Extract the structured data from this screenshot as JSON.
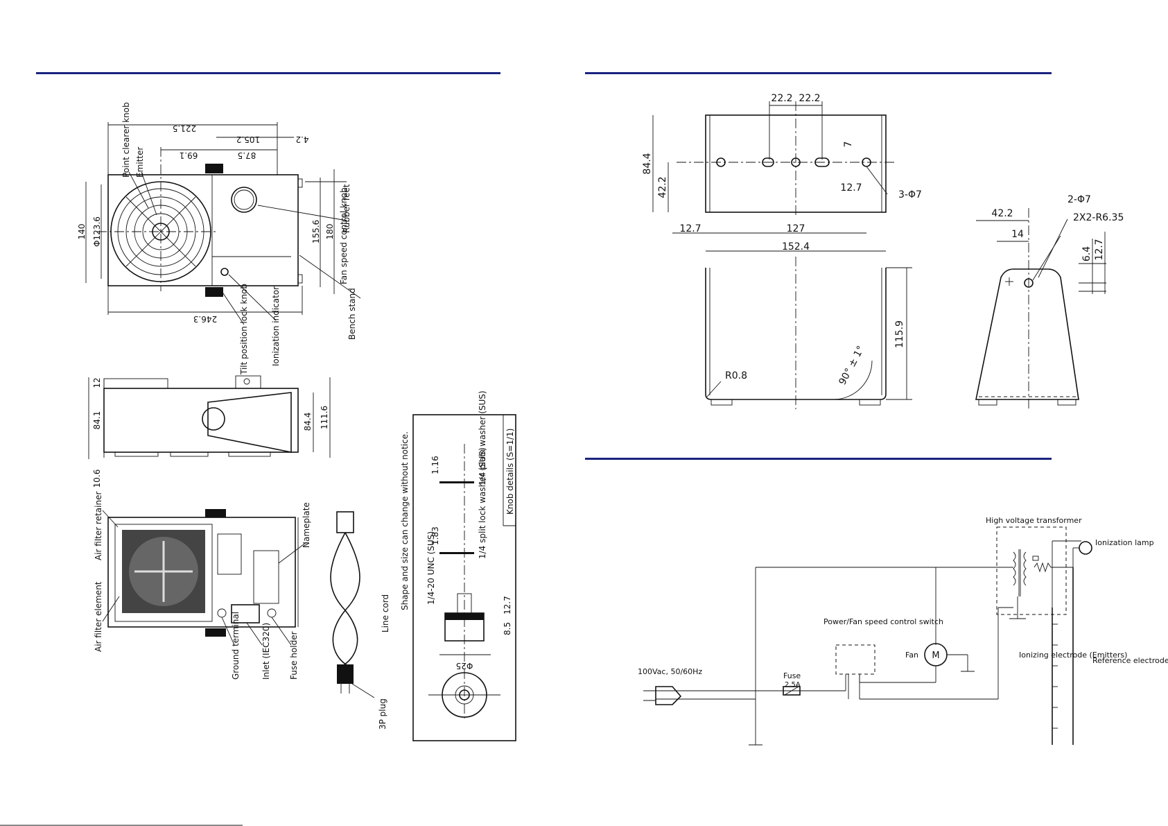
{
  "rules": {
    "color": "#1a237e"
  },
  "left_top_dims": [
    "221.5",
    "105.2",
    "87.5",
    "69.1",
    "4.2",
    "140",
    "Φ123.6",
    "155.6",
    "180",
    "246.3"
  ],
  "left_top_labels": [
    "Point clearer knob",
    "Emitter",
    "Rubber feet",
    "Fan speed control knob",
    "Bench stand",
    "Tilt position lock knob",
    "Ionization indicator"
  ],
  "left_side_dims": [
    "12",
    "84.1",
    "10.6",
    "84.4",
    "111.6"
  ],
  "left_bottom_labels": [
    "Air filter retainer",
    "Air filter element",
    "Nameplate",
    "Ground terminal",
    "Inlet (IEC320)",
    "Fuse holder",
    "Line cord",
    "3P plug"
  ],
  "notice": "Shape and size can change without notice.",
  "knob": {
    "title": "Knob details (S=1/1)",
    "labels": [
      "1/4 plain washer (SUS)",
      "1/4 split lock washer (SUS)",
      "1/4-20 UNC (SUS)"
    ],
    "dims": [
      "1.16",
      "1.83",
      "12.7",
      "8.5",
      "Φ25"
    ]
  },
  "stand_dims": {
    "top": [
      "22.2",
      "22.2",
      "7",
      "84.4",
      "42.2",
      "12.7",
      "3-Φ7",
      "12.7",
      "127",
      "152.4"
    ],
    "front": [
      "115.9",
      "R0.8",
      "90° ± 1°"
    ],
    "side": [
      "42.2",
      "2-Φ7",
      "2X2-R6.35",
      "14",
      "6.4",
      "12.7"
    ]
  },
  "circuit": {
    "labels": [
      "High voltage transformer",
      "Ionization lamp",
      "Power/Fan speed control switch",
      "Fan",
      "M",
      "100Vac, 50/60Hz",
      "Fuse",
      "2.5A",
      "Ionizing electrode (Emitters)",
      "Reference electrode"
    ]
  }
}
